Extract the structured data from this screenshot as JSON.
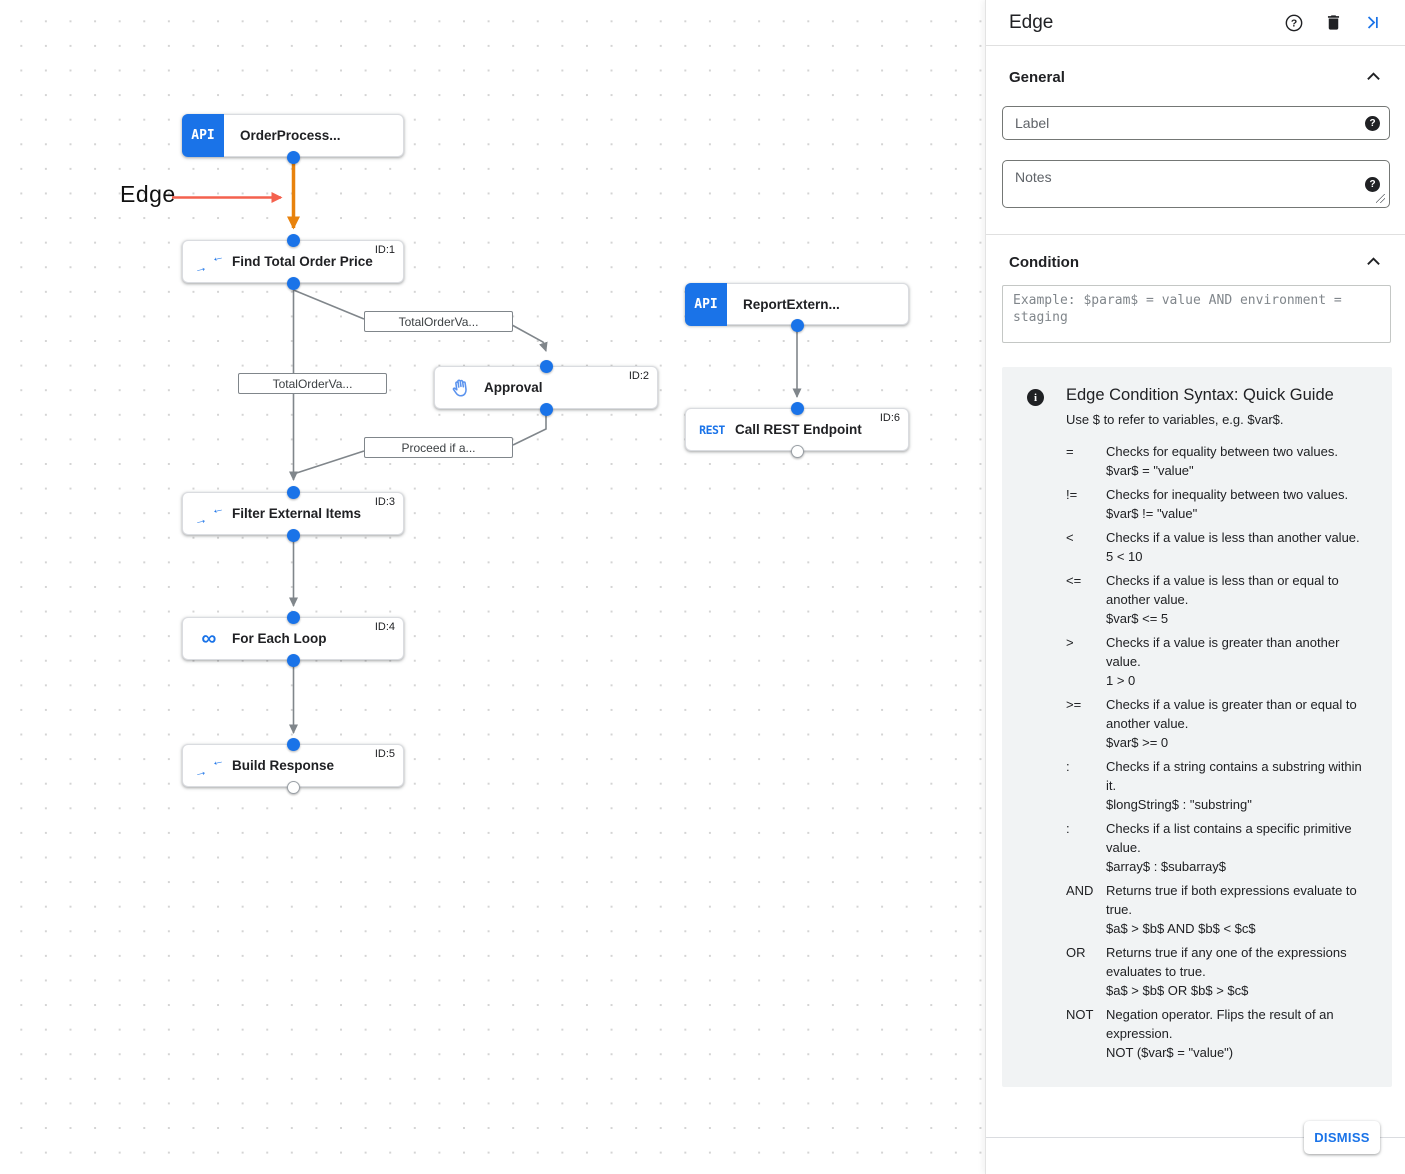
{
  "canvas": {
    "annotation": {
      "label": "Edge"
    },
    "nodes": [
      {
        "label": "OrderProcess...",
        "badge": "API"
      },
      {
        "label": "Find Total Order Price",
        "id_tag": "ID:1",
        "icon": "data-mapping"
      },
      {
        "label": "Approval",
        "id_tag": "ID:2",
        "icon": "approval-hand"
      },
      {
        "label": "ReportExtern...",
        "badge": "API"
      },
      {
        "label": "Call REST Endpoint",
        "id_tag": "ID:6",
        "icon": "rest"
      },
      {
        "label": "Filter External Items",
        "id_tag": "ID:3",
        "icon": "data-mapping"
      },
      {
        "label": "For Each Loop",
        "id_tag": "ID:4",
        "icon": "loop"
      },
      {
        "label": "Build Response",
        "id_tag": "ID:5",
        "icon": "data-mapping"
      }
    ],
    "edge_labels": [
      "TotalOrderVa...",
      "TotalOrderVa...",
      "Proceed if a..."
    ],
    "colors": {
      "accent_blue": "#1a73e8",
      "selected_edge_orange": "#E8820C",
      "annotation_red": "#F4614E",
      "edge_gray": "#80868b"
    }
  },
  "icons": {
    "api_badge": "API",
    "rest": "REST",
    "loop": "∞",
    "arrow_right": "→",
    "arrow_left": "←",
    "help": "?",
    "info": "i"
  },
  "panel": {
    "title": "Edge",
    "general": {
      "heading": "General",
      "label_placeholder": "Label",
      "notes_placeholder": "Notes"
    },
    "condition": {
      "heading": "Condition",
      "placeholder": "Example: $param$ = value AND environment = staging"
    },
    "guide": {
      "title": "Edge Condition Syntax: Quick Guide",
      "subtitle": "Use $ to refer to variables, e.g. $var$.",
      "rows": [
        {
          "op": "=",
          "desc": "Checks for equality between two values.",
          "example": "$var$ = \"value\""
        },
        {
          "op": "!=",
          "desc": "Checks for inequality between two values.",
          "example": "$var$ != \"value\""
        },
        {
          "op": "<",
          "desc": "Checks if a value is less than another value.",
          "example": "5 < 10"
        },
        {
          "op": "<=",
          "desc": "Checks if a value is less than or equal to another value.",
          "example": "$var$ <= 5"
        },
        {
          "op": ">",
          "desc": "Checks if a value is greater than another value.",
          "example": "1 > 0"
        },
        {
          "op": ">=",
          "desc": "Checks if a value is greater than or equal to another value.",
          "example": "$var$ >= 0"
        },
        {
          "op": ":",
          "desc": "Checks if a string contains a substring within it.",
          "example": "$longString$ : \"substring\""
        },
        {
          "op": ":",
          "desc": "Checks if a list contains a specific primitive value.",
          "example": "$array$ : $subarray$"
        },
        {
          "op": "AND",
          "desc": "Returns true if both expressions evaluate to true.",
          "example": "$a$ > $b$ AND $b$ < $c$"
        },
        {
          "op": "OR",
          "desc": "Returns true if any one of the expressions evaluates to true.",
          "example": "$a$ > $b$ OR $b$ > $c$"
        },
        {
          "op": "NOT",
          "desc": "Negation operator. Flips the result of an expression.",
          "example": "NOT ($var$ = \"value\")"
        }
      ]
    },
    "dismiss_label": "DISMISS"
  }
}
